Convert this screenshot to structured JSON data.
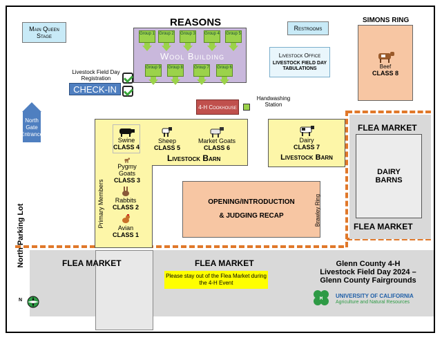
{
  "map": {
    "reasons_label": "REASONS",
    "main_queen_stage": "Main Queen Stage",
    "restrooms": "Restrooms",
    "simons_ring": "SIMONS RING",
    "wool_building": "Wool Building",
    "groups_top": [
      "Group 1",
      "Group 2",
      "Group 3",
      "Group 4",
      "Group 5"
    ],
    "groups_bottom": [
      "Group 9",
      "Group 8",
      "Group 7",
      "Group 6"
    ],
    "livestock_office": "Livestock Office",
    "livestock_tabulations": "LIVESTOCK FIELD DAY TABULATIONS",
    "beef_name": "Beef",
    "beef_class": "CLASS 8",
    "registration_label": "Livestock Field Day Registration",
    "check_in": "CHECK-IN",
    "cookhouse": "4-H Cookhouse",
    "handwashing": "Handwashing Station",
    "north_gate": "North Gate Entrance",
    "barn_left": {
      "title": "Livestock Barn",
      "swine_name": "Swine",
      "swine_class": "CLASS 4",
      "sheep_name": "Sheep",
      "sheep_class": "CLASS 5",
      "goats_name": "Market Goats",
      "goats_class": "CLASS 6",
      "pygmy_name": "Pygmy Goats",
      "pygmy_class": "CLASS 3",
      "rabbits_name": "Rabbits",
      "rabbits_class": "CLASS 2",
      "avian_name": "Avian",
      "avian_class": "CLASS 1",
      "primary_members": "Primary Members"
    },
    "barn_right": {
      "title": "Livestock Barn",
      "dairy_name": "Dairy",
      "dairy_class": "CLASS 7"
    },
    "flea_market_top": "FLEA MARKET",
    "dairy_barns": "DAIRY BARNS",
    "flea_market_right": "FLEA MARKET",
    "opening_line1": "OPENING/INTRODUCTION",
    "opening_line2": "& JUDGING RECAP",
    "brawley_ring": "Brawley Ring",
    "north_parking": "North Parking Lot",
    "flea_market_bottom_left": "FLEA MARKET",
    "flea_market_bottom_center": "FLEA MARKET",
    "notice": "Please stay out of the Flea Market during the 4-H Event",
    "event_line1": "Glenn County 4-H",
    "event_line2": "Livestock Field Day 2024 –",
    "event_line3": "Glenn County Fairgrounds",
    "uc_line1": "UNIVERSITY OF CALIFORNIA",
    "uc_line2": "Agriculture and Natural Resources",
    "compass_letter": "N"
  },
  "colors": {
    "wool_building": "#c9b8dc",
    "barn_yellow": "#fdf6a8",
    "arena_orange": "#f7c6a3",
    "check_in_blue": "#4f7fc0",
    "cookhouse_red": "#c0504d",
    "flea_gray": "#d9d9d9",
    "dash_orange": "#e0782a",
    "notice_yellow": "#ffff00",
    "uc_blue": "#1f5fa8",
    "clover_green": "#2e9a45"
  },
  "icons": [
    "pig-icon",
    "sheep-icon",
    "goat-icon",
    "rabbit-icon",
    "chicken-icon",
    "cow-icon",
    "checkmark-icon",
    "arrow-up-icon",
    "compass-icon",
    "clover-icon"
  ]
}
